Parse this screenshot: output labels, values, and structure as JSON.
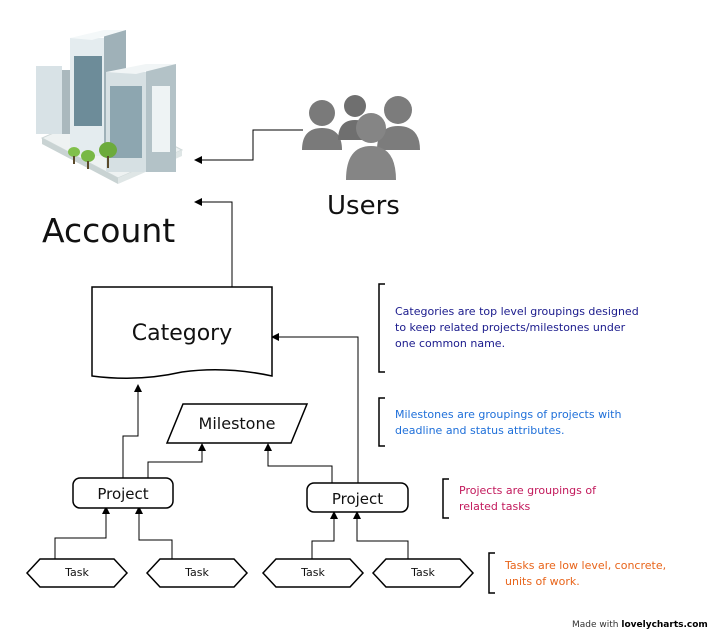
{
  "nodes": {
    "account": "Account",
    "users": "Users",
    "category": "Category",
    "milestone": "Milestone",
    "project_left": "Project",
    "project_right": "Project",
    "task_1": "Task",
    "task_2": "Task",
    "task_3": "Task",
    "task_4": "Task"
  },
  "notes": {
    "category": [
      "Categories are top level groupings designed",
      "to keep related projects/milestones under",
      "one common name."
    ],
    "milestone": [
      "Milestones are groupings of projects with",
      "deadline and status attributes."
    ],
    "project": [
      "Projects are groupings of",
      "related tasks"
    ],
    "task": [
      "Tasks are low level, concrete,",
      "units of work."
    ]
  },
  "note_colors": {
    "category": "#1a1a8c",
    "milestone": "#1e6fd9",
    "project": "#c2185b",
    "task": "#e8641a"
  },
  "icons": [
    "building-icon",
    "users-icon"
  ],
  "footer": {
    "made_with": "Made with",
    "brand": "lovelycharts.com"
  }
}
